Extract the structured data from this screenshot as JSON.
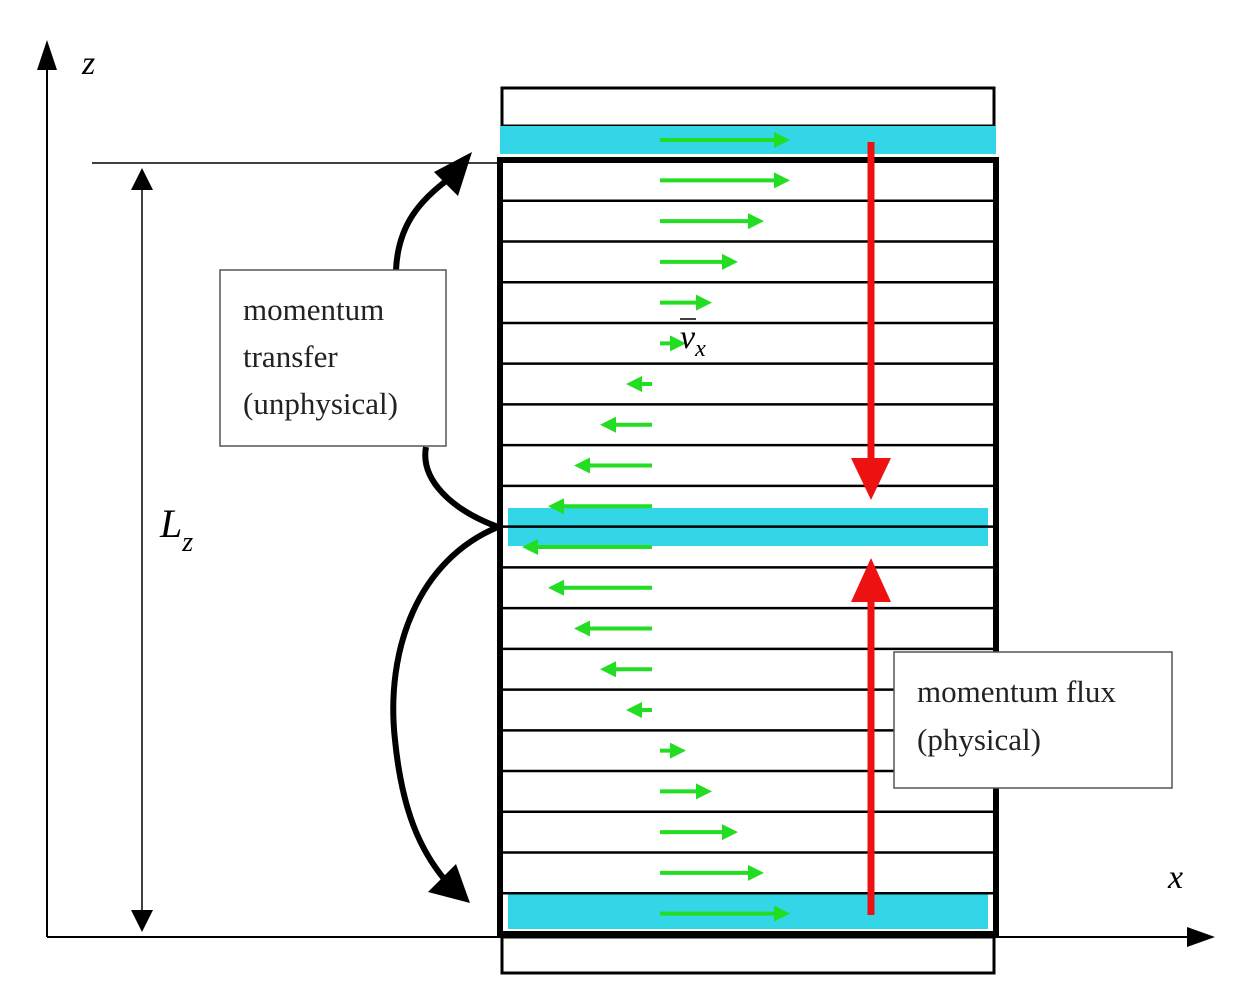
{
  "axes": {
    "z_label": "z",
    "x_label": "x",
    "length_label": "L",
    "length_subscript": "z"
  },
  "boxes": {
    "transfer": [
      "momentum",
      "transfer",
      "(unphysical)"
    ],
    "flux": [
      "momentum flux",
      "(physical)"
    ]
  },
  "velocity_label": "v",
  "velocity_subscript": "x",
  "profile": {
    "units": "relative velocity (positive = +x)",
    "values": [
      1.0,
      0.8,
      0.6,
      0.4,
      0.2,
      -0.2,
      -0.4,
      -0.6,
      -0.8,
      -1.0,
      -0.8,
      -0.6,
      -0.4,
      -0.2,
      0.2,
      0.4,
      0.6,
      0.8,
      1.0
    ]
  },
  "colors": {
    "slab_highlight": "#33d6e6",
    "velocity_arrow": "#22dd22",
    "flux_arrow": "#ee1111",
    "line": "#000000"
  }
}
